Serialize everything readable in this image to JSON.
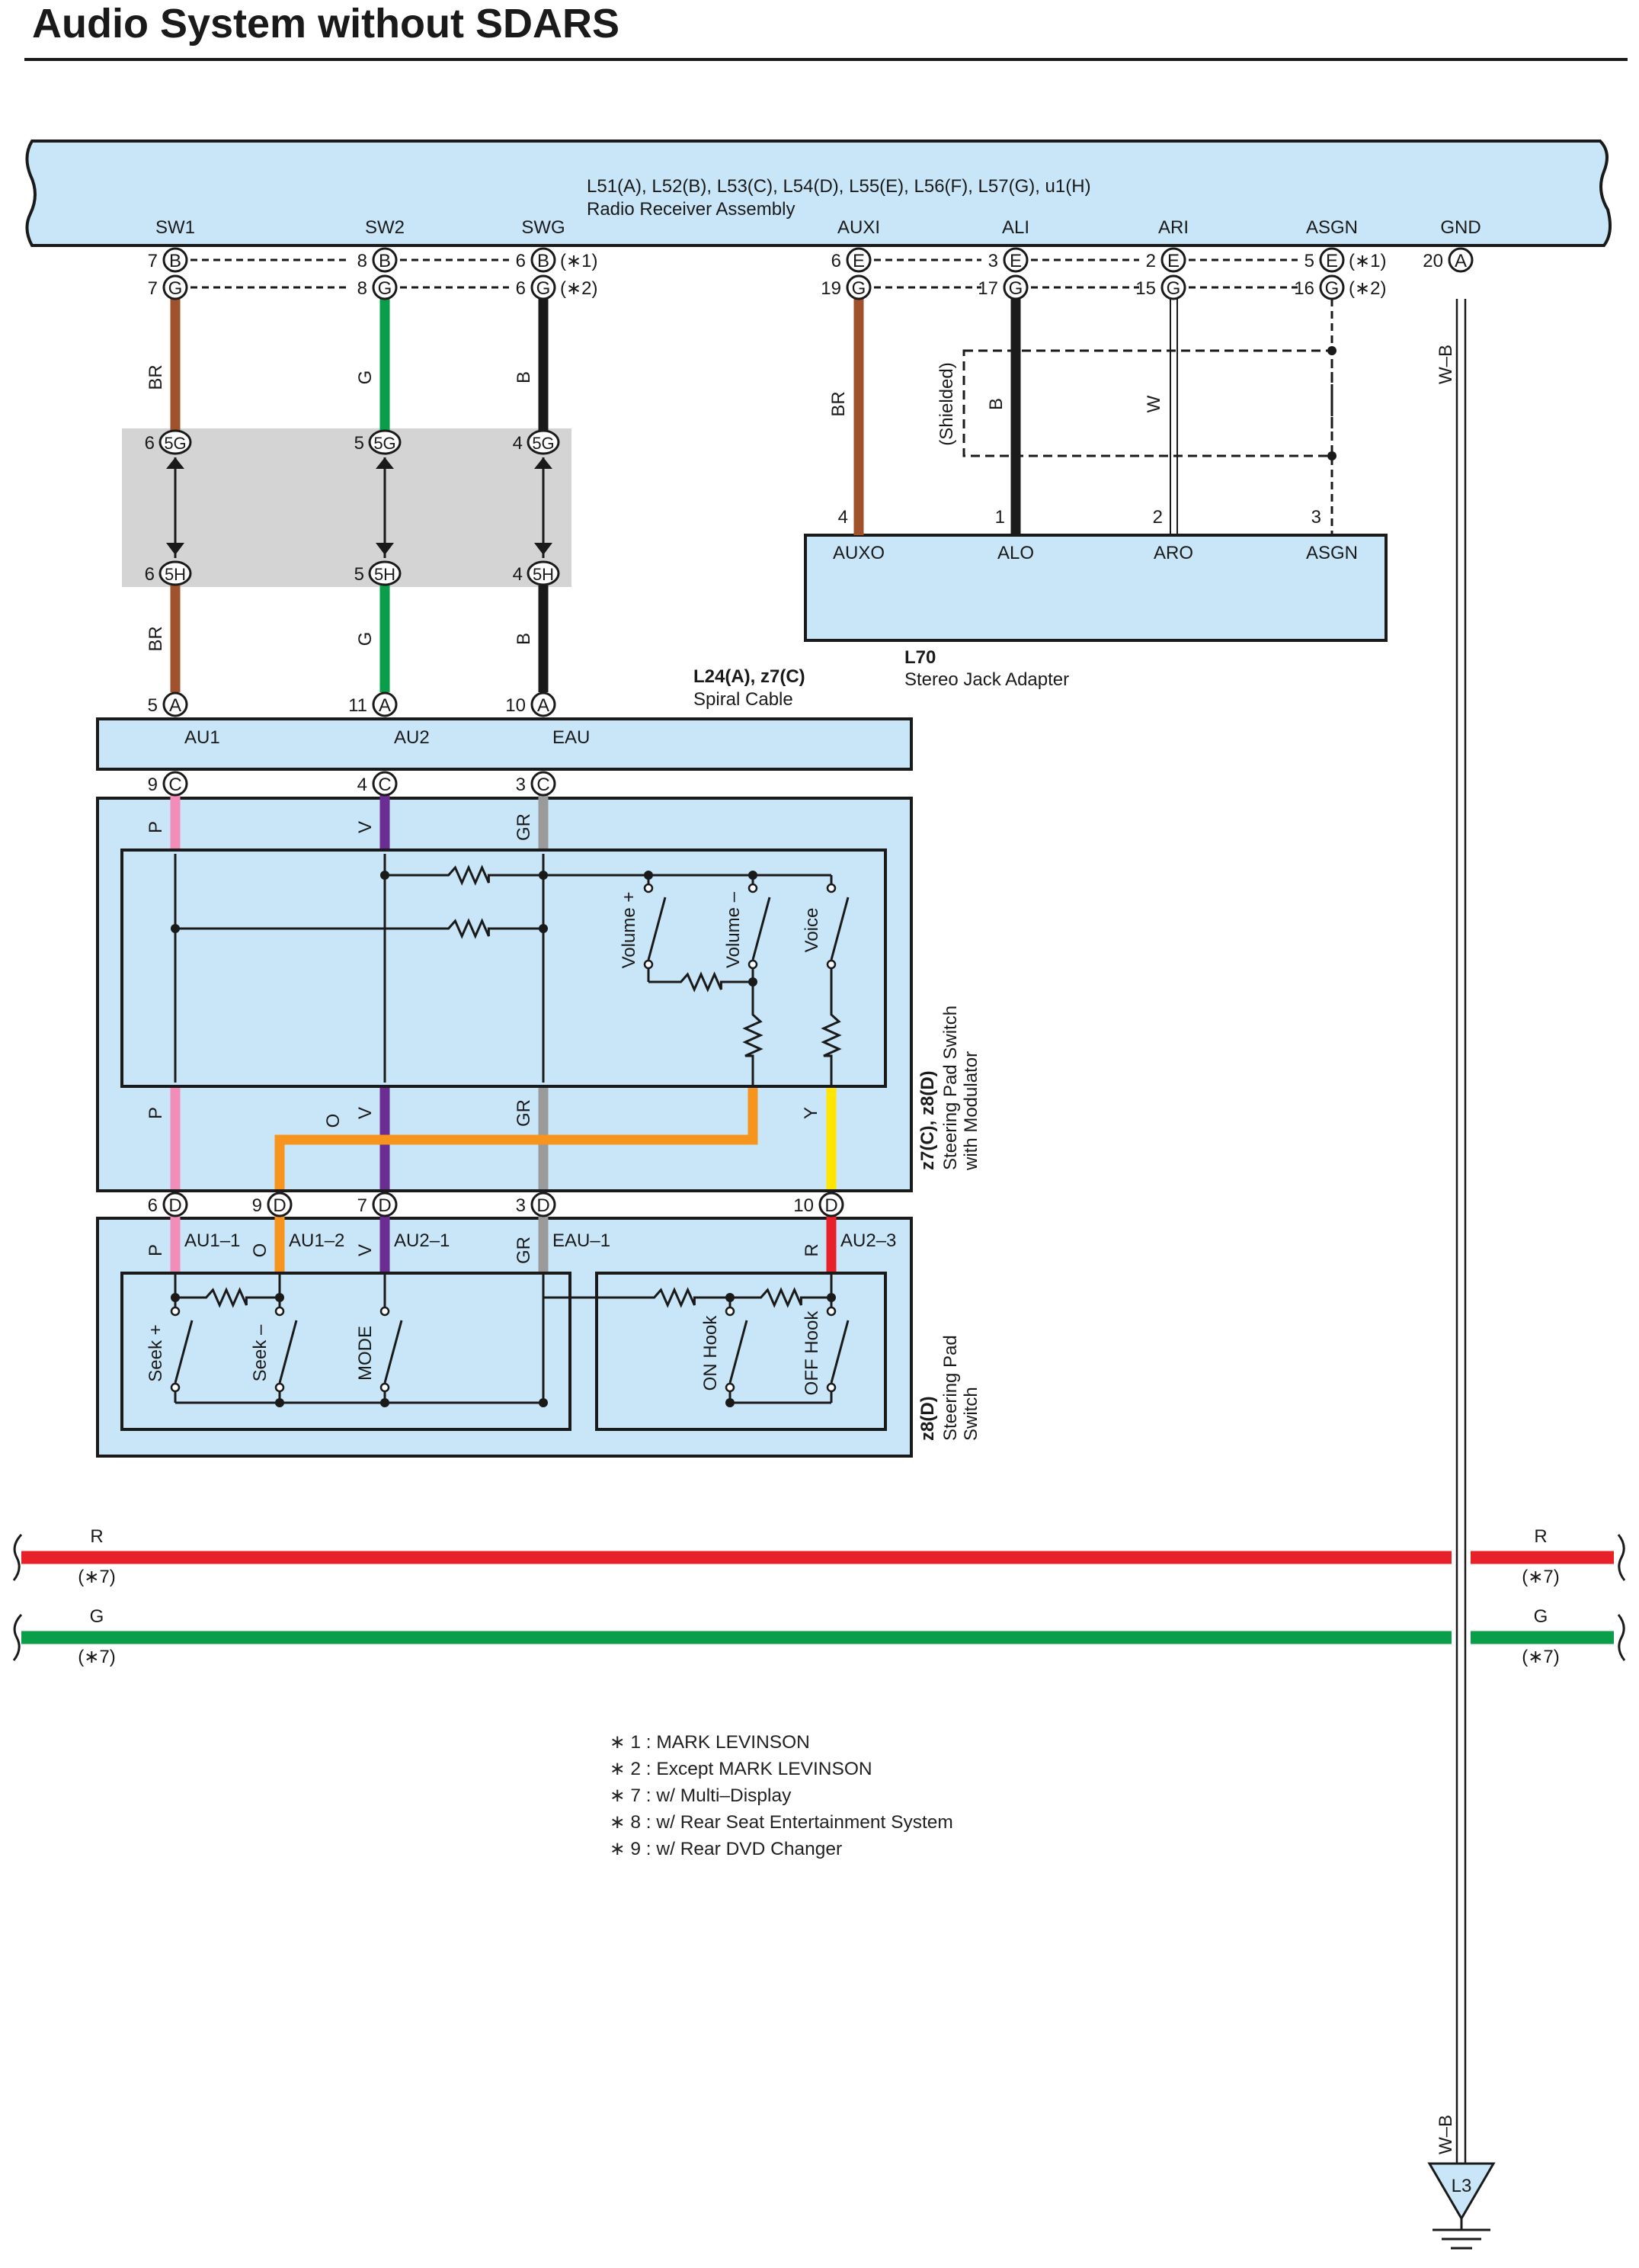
{
  "title": "Audio System without SDARS",
  "radio": {
    "connectors": "L51(A), L52(B), L53(C), L54(D), L55(E), L56(F), L57(G), u1(H)",
    "name": "Radio Receiver Assembly",
    "terminals": [
      "SW1",
      "SW2",
      "SWG",
      "AUXI",
      "ALI",
      "ARI",
      "ASGN",
      "GND"
    ],
    "pins_b": [
      {
        "pin": "7",
        "conn": "B"
      },
      {
        "pin": "8",
        "conn": "B"
      },
      {
        "pin": "6",
        "conn": "B"
      },
      {
        "pin": "6",
        "conn": "E"
      },
      {
        "pin": "3",
        "conn": "E"
      },
      {
        "pin": "2",
        "conn": "E"
      },
      {
        "pin": "5",
        "conn": "E"
      },
      {
        "pin": "20",
        "conn": "A"
      }
    ],
    "pins_g": [
      {
        "pin": "7",
        "conn": "G"
      },
      {
        "pin": "8",
        "conn": "G"
      },
      {
        "pin": "6",
        "conn": "G"
      },
      {
        "pin": "19",
        "conn": "G"
      },
      {
        "pin": "17",
        "conn": "G"
      },
      {
        "pin": "15",
        "conn": "G"
      },
      {
        "pin": "16",
        "conn": "G"
      }
    ],
    "note1": "(∗1)",
    "note2": "(∗2)"
  },
  "gray_connector": {
    "top": [
      {
        "pin": "6",
        "conn": "5G"
      },
      {
        "pin": "5",
        "conn": "5G"
      },
      {
        "pin": "4",
        "conn": "5G"
      }
    ],
    "bottom": [
      {
        "pin": "6",
        "conn": "5H"
      },
      {
        "pin": "5",
        "conn": "5H"
      },
      {
        "pin": "4",
        "conn": "5H"
      }
    ]
  },
  "spiral": {
    "name": "L24(A), z7(C)",
    "desc": "Spiral Cable",
    "terminals": [
      "AU1",
      "AU2",
      "EAU"
    ],
    "pins_a": [
      {
        "pin": "5",
        "conn": "A"
      },
      {
        "pin": "11",
        "conn": "A"
      },
      {
        "pin": "10",
        "conn": "A"
      }
    ],
    "pins_c": [
      {
        "pin": "9",
        "conn": "C"
      },
      {
        "pin": "4",
        "conn": "C"
      },
      {
        "pin": "3",
        "conn": "C"
      }
    ]
  },
  "stereo_jack": {
    "name": "L70",
    "desc": "Stereo Jack Adapter",
    "terminals": [
      "AUXO",
      "ALO",
      "ARO",
      "ASGN"
    ],
    "pins": [
      "4",
      "1",
      "2",
      "3"
    ],
    "shielded": "(Shielded)"
  },
  "modulator": {
    "name": "z7(C), z8(D)",
    "desc1": "Steering Pad Switch",
    "desc2": "with Modulator",
    "switches": [
      "Volume +",
      "Volume –",
      "Voice"
    ]
  },
  "pad": {
    "name": "z8(D)",
    "desc1": "Steering Pad",
    "desc2": "Switch",
    "pins_d": [
      {
        "pin": "6",
        "conn": "D"
      },
      {
        "pin": "9",
        "conn": "D"
      },
      {
        "pin": "7",
        "conn": "D"
      },
      {
        "pin": "3",
        "conn": "D"
      },
      {
        "pin": "10",
        "conn": "D"
      }
    ],
    "terminals": [
      "AU1–1",
      "AU1–2",
      "AU2–1",
      "EAU–1",
      "AU2–3"
    ],
    "switches": [
      "Seek +",
      "Seek –",
      "MODE",
      "ON Hook",
      "OFF Hook"
    ]
  },
  "wires": {
    "BR": "BR",
    "G": "G",
    "B": "B",
    "W": "W",
    "WB": "W–B",
    "P": "P",
    "V": "V",
    "GR": "GR",
    "O": "O",
    "Y": "Y",
    "R": "R"
  },
  "bus": [
    {
      "label": "R",
      "note": "(∗7)",
      "color": "#e8202a"
    },
    {
      "label": "G",
      "note": "(∗7)",
      "color": "#0a9e4a"
    }
  ],
  "ground": "L3",
  "notes": [
    "∗ 1 : MARK LEVINSON",
    "∗ 2 : Except MARK LEVINSON",
    "∗ 7 : w/ Multi–Display",
    "∗ 8 : w/ Rear Seat Entertainment System",
    "∗ 9 : w/ Rear DVD Changer"
  ],
  "colors": {
    "panel": "#c9e6f8",
    "BR": "#a0522d",
    "G": "#0a9e4a",
    "B": "#1a1a1a",
    "P": "#f28cb8",
    "V": "#6b2d91",
    "GR": "#9a9a9a",
    "O": "#f7941d",
    "Y": "#ffe600",
    "R": "#e8202a",
    "gray_box": "#d4d4d4"
  }
}
